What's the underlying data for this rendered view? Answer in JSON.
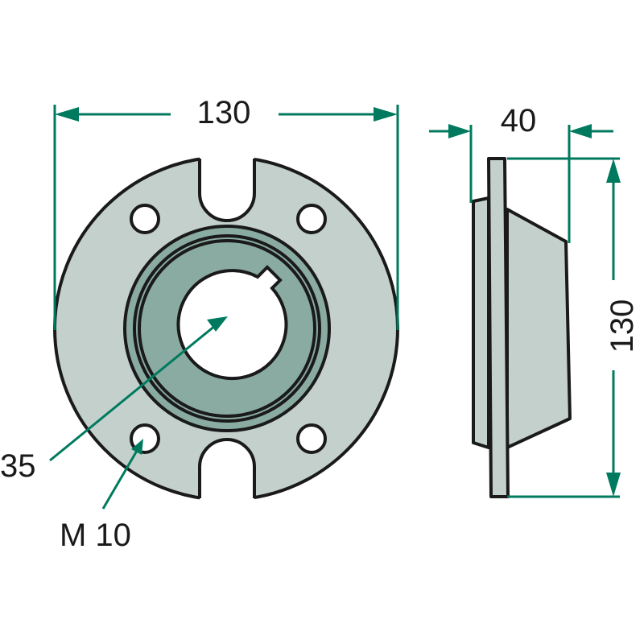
{
  "dimensions": {
    "front_width": "130",
    "side_depth": "40",
    "side_height": "130",
    "bore_diameter": "35",
    "bolt_thread": "M 10"
  },
  "colors": {
    "plate": "#c4d0cc",
    "ring": "#8aaba2",
    "dimension_line": "#007a5e",
    "outline": "#1a1a1a"
  }
}
